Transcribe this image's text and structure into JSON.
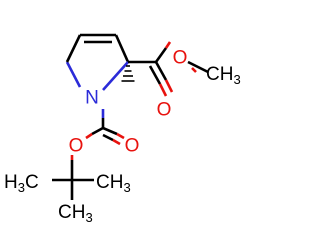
{
  "molecule": {
    "atom_labels": {
      "nitrogen": "N",
      "oxygen_ester_single": "O",
      "oxygen_ester_double": "O",
      "oxygen_boc_single": "O",
      "oxygen_boc_double": "O",
      "methyl_ester": "CH",
      "methyl_ester_sub": "3",
      "tbu_methyl_left": "H",
      "tbu_methyl_left_sub": "3",
      "tbu_methyl_left_c": "C",
      "tbu_methyl_right": "CH",
      "tbu_methyl_right_sub": "3",
      "tbu_methyl_bottom": "CH",
      "tbu_methyl_bottom_sub": "3"
    },
    "colors": {
      "carbon_bond": "#000000",
      "oxygen": "#e8120e",
      "nitrogen": "#2b2bd8"
    }
  }
}
